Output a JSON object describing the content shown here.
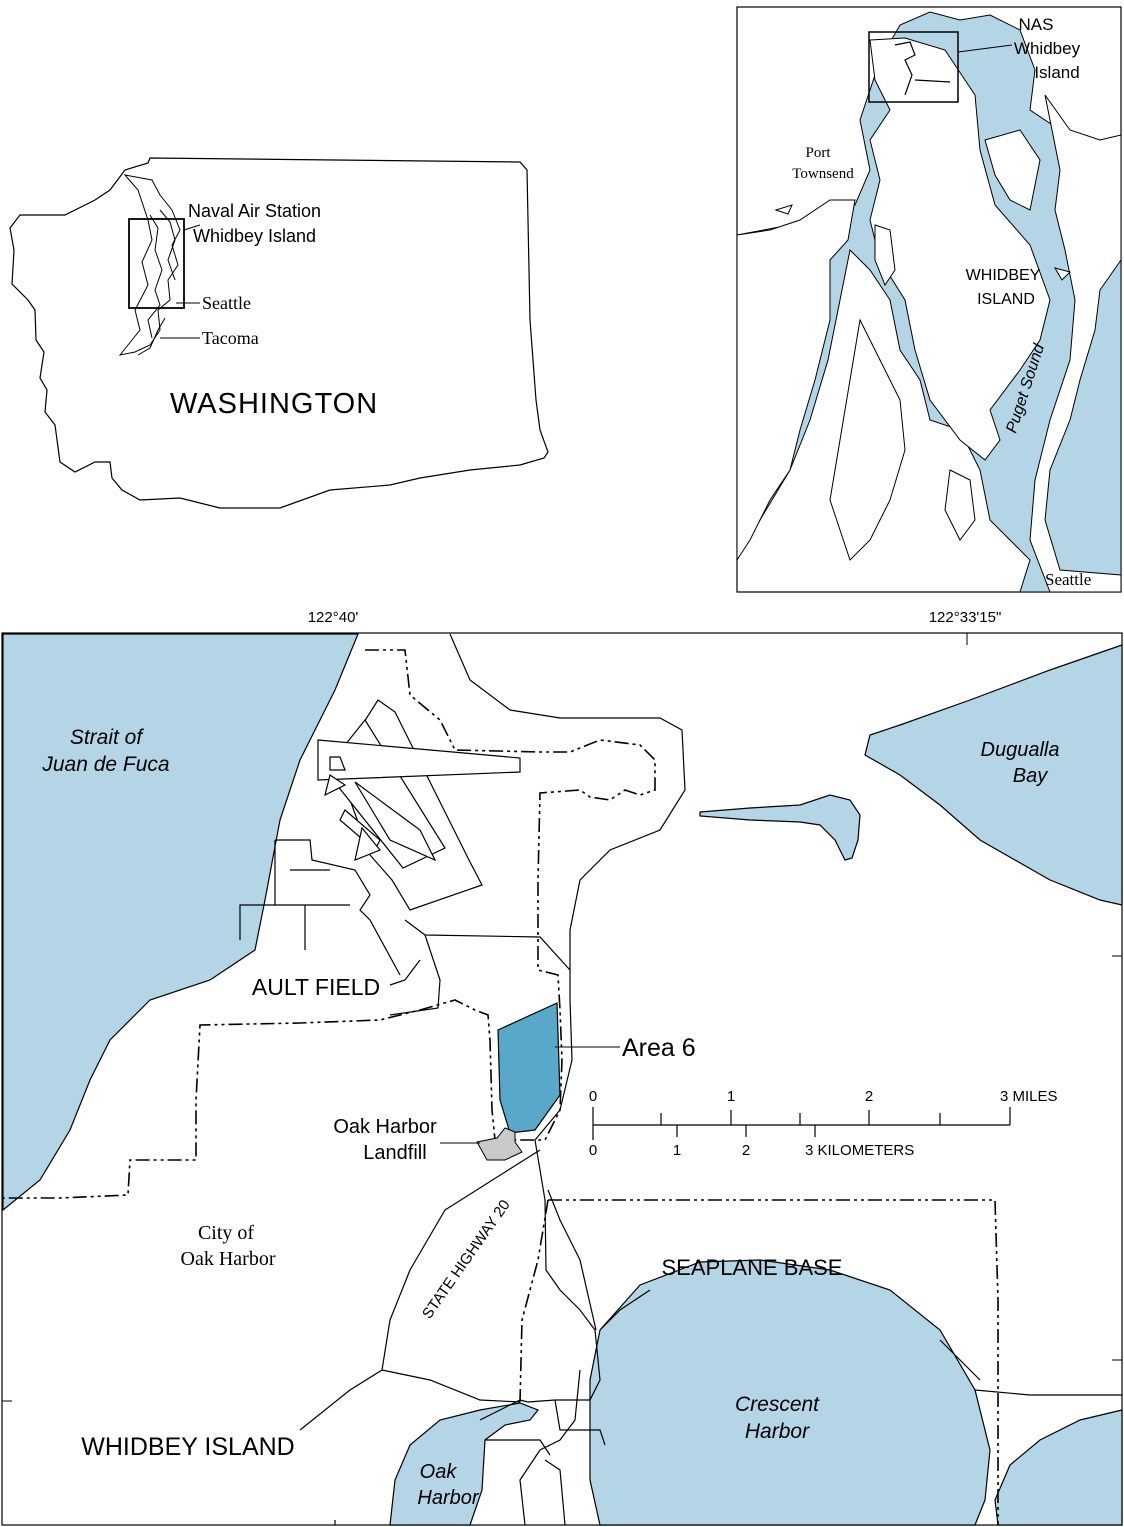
{
  "colors": {
    "water": "#b4d5e6",
    "area6": "#57a8c9",
    "landfill": "#c9c9c9",
    "line": "#000000",
    "background": "#ffffff"
  },
  "state_map": {
    "title": "WASHINGTON",
    "callout": [
      "Naval Air Station",
      "Whidbey Island"
    ],
    "cities": {
      "seattle": "Seattle",
      "tacoma": "Tacoma"
    }
  },
  "inset_map": {
    "callout": [
      "NAS",
      "Whidbey",
      "Island"
    ],
    "port_townsend": [
      "Port",
      "Townsend"
    ],
    "island": [
      "WHIDBEY",
      "ISLAND"
    ],
    "puget_sound": "Puget Sound",
    "seattle": "Seattle"
  },
  "main_map": {
    "longitudes": [
      "122°40'",
      "122°33'15\""
    ],
    "strait": [
      "Strait of",
      "Juan de Fuca"
    ],
    "dugualla": [
      "Dugualla",
      "Bay"
    ],
    "ault_field": "AULT FIELD",
    "area6": "Area 6",
    "landfill": [
      "Oak Harbor",
      "Landfill"
    ],
    "city": [
      "City of",
      "Oak Harbor"
    ],
    "highway": "STATE HIGHWAY 20",
    "seaplane": "SEAPLANE BASE",
    "crescent": [
      "Crescent",
      "Harbor"
    ],
    "oak_harbor_water": [
      "Oak",
      "Harbor"
    ],
    "island": "WHIDBEY ISLAND"
  },
  "scale_bar": {
    "miles": [
      "0",
      "1",
      "2",
      "3 MILES"
    ],
    "km": [
      "0",
      "1",
      "2",
      "3 KILOMETERS"
    ]
  }
}
